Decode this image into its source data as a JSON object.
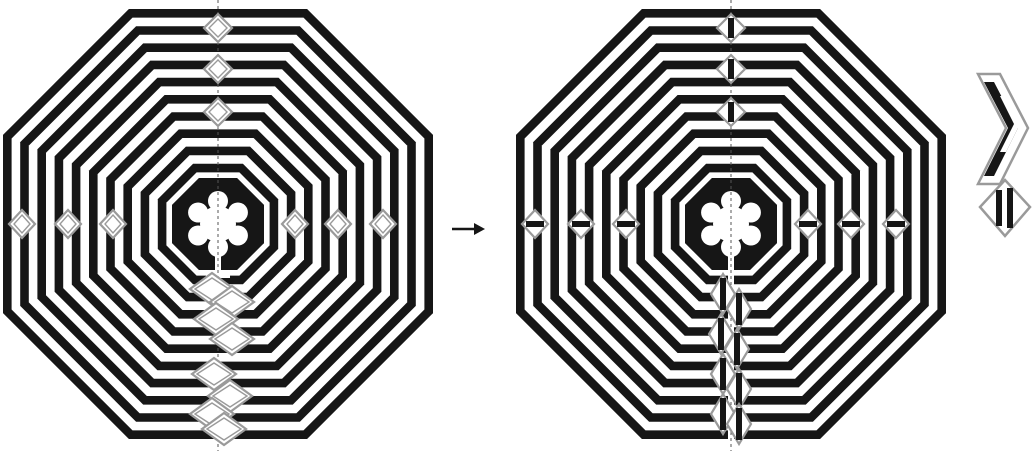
{
  "figure": {
    "panels": [
      {
        "id": "before",
        "description_state": "open-junctions"
      },
      {
        "id": "after",
        "description_state": "filled-junctions"
      }
    ],
    "arrow_glyph": "arrow-right-icon",
    "legend_glyphs": [
      "chevron-junction-icon",
      "diamond-junction-icon"
    ],
    "colors": {
      "ink": "#161616",
      "paper": "#ffffff",
      "marker_outline": "#9a9a9a"
    },
    "rings": 11,
    "rosette_petals": 6
  }
}
